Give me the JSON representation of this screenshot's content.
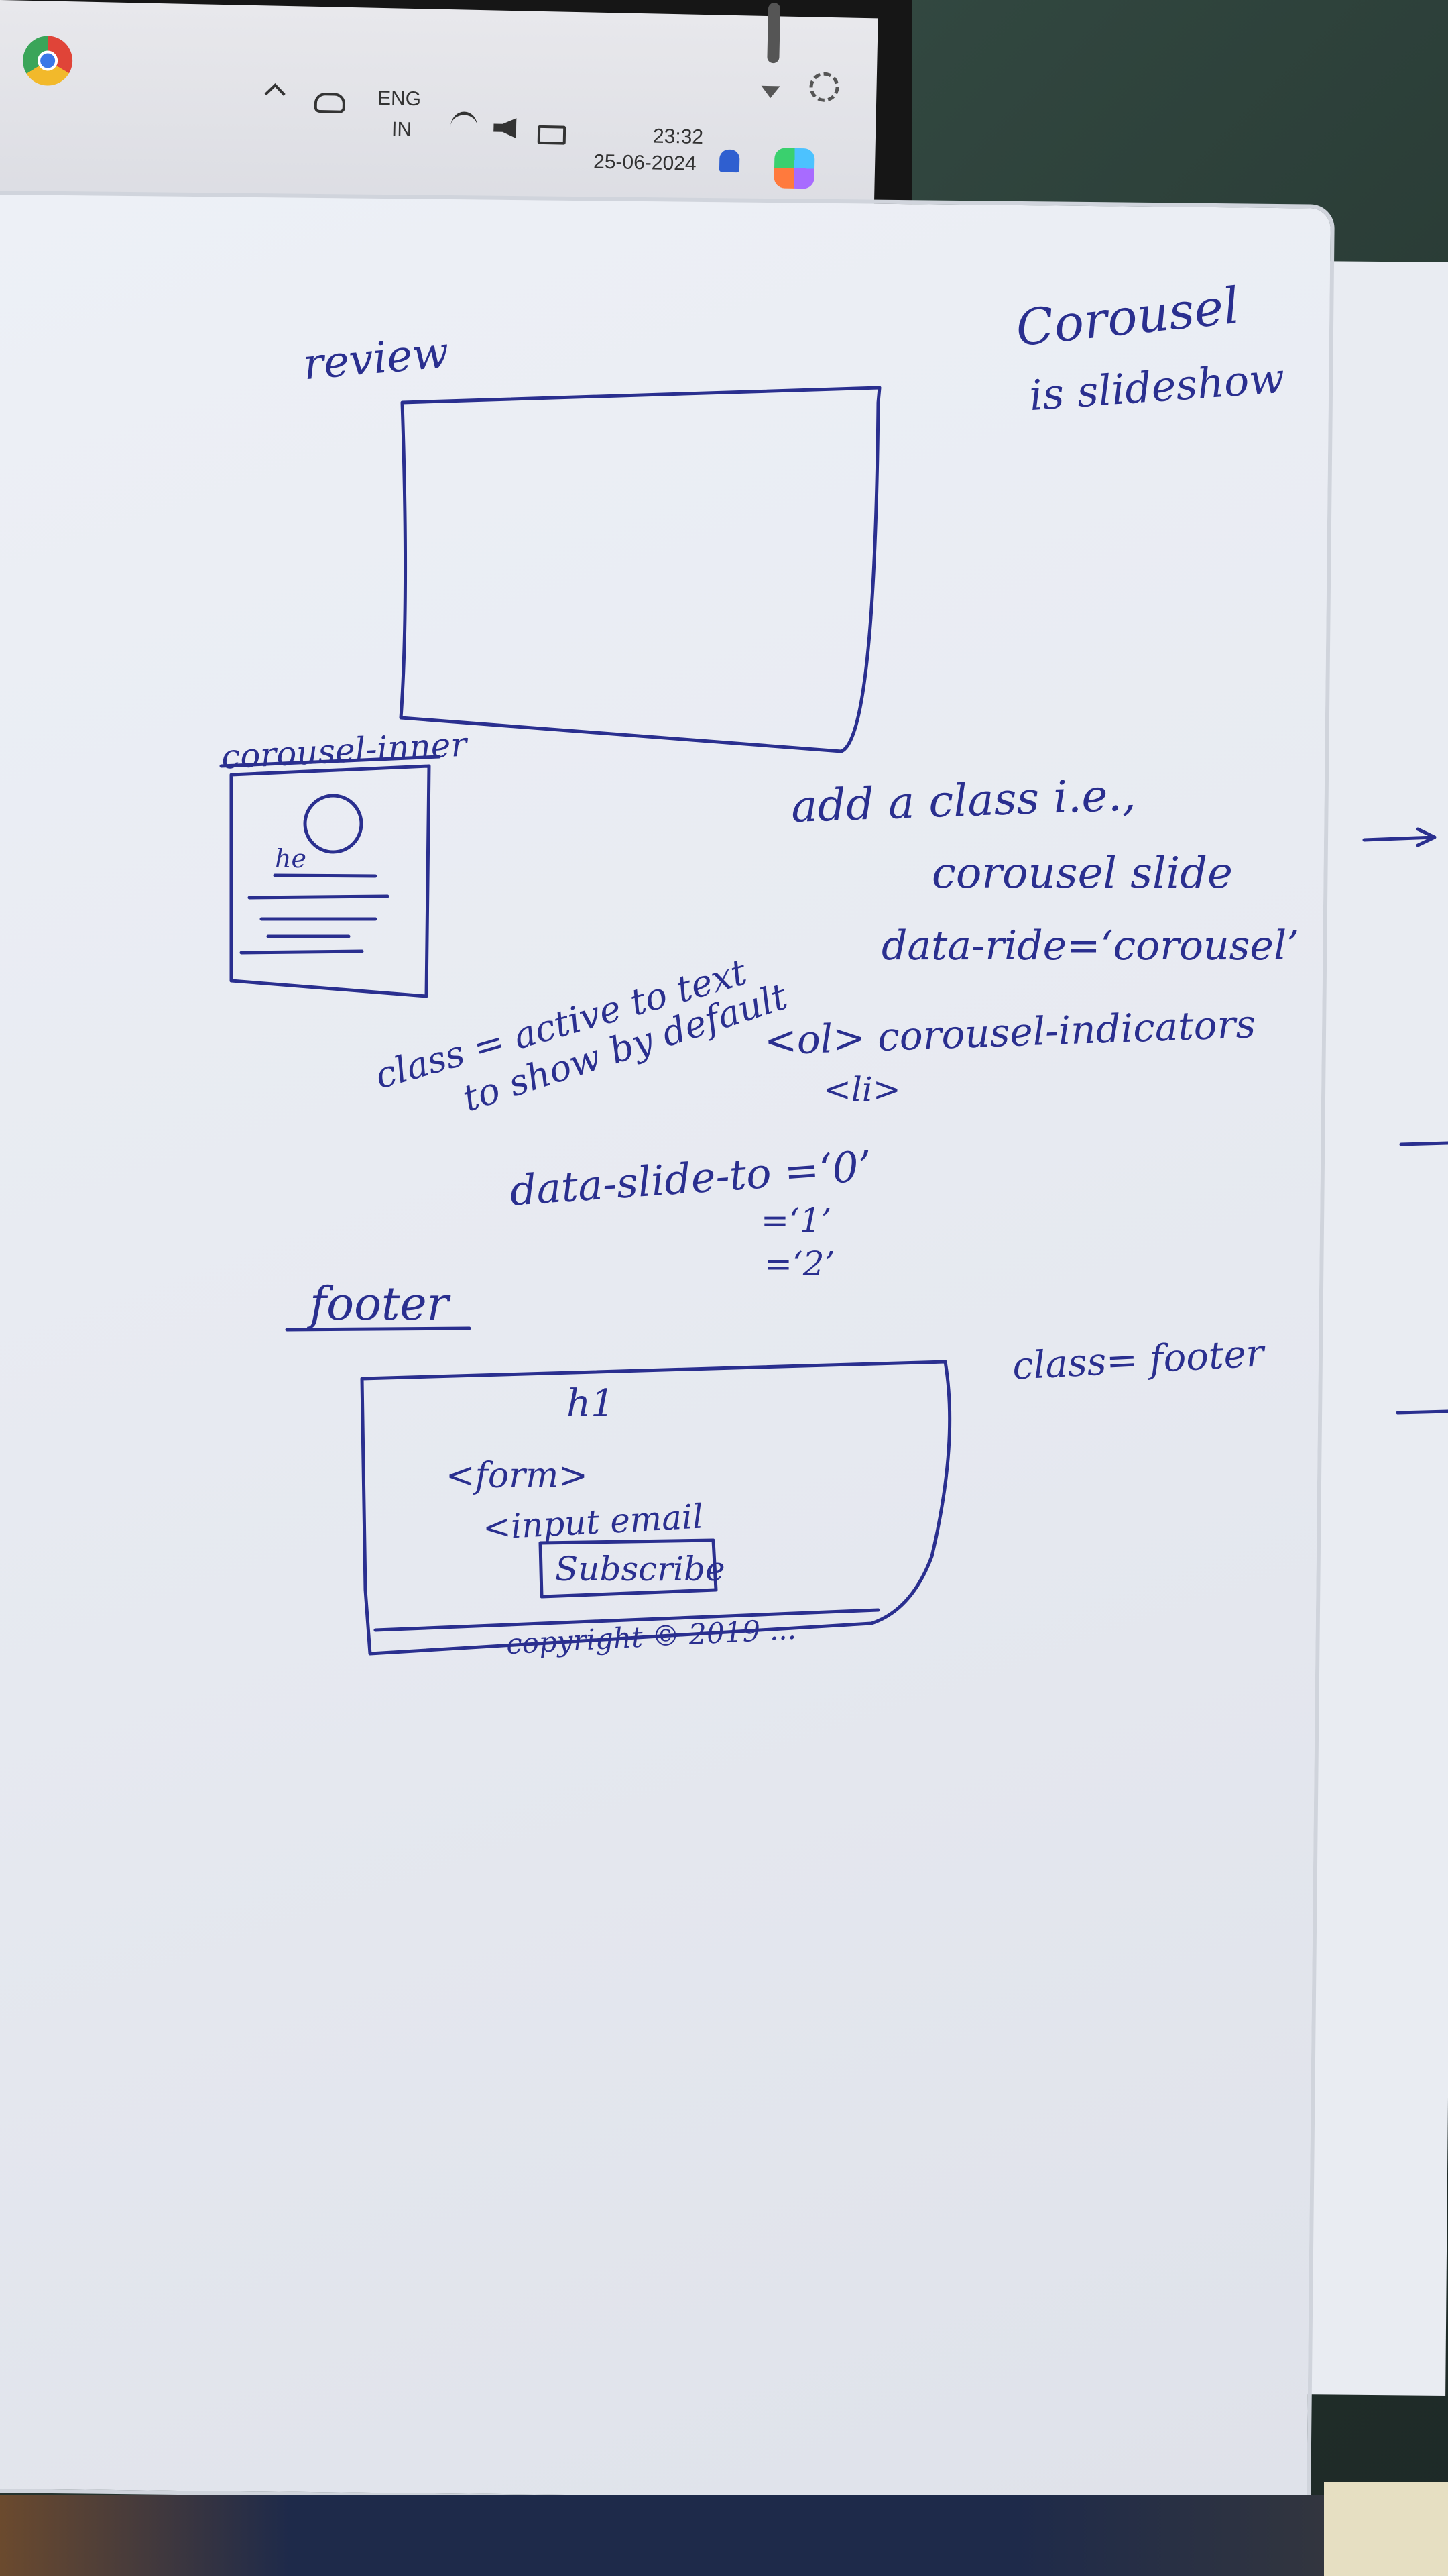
{
  "taskbar": {
    "language_line1": "ENG",
    "language_line2": "IN",
    "time": "23:32",
    "date": "25-06-2024",
    "icons": [
      "browser-icon",
      "chevron-up-icon",
      "cloud-icon",
      "wifi-icon",
      "volume-icon",
      "battery-icon",
      "bell-icon",
      "copilot-icon",
      "gear-icon"
    ]
  },
  "notes": {
    "carousel_title_line1": "Corousel",
    "carousel_title_line2": "is slideshow",
    "review_label": "review",
    "carousel_inner_label": "corousel-inner",
    "add_class_line1": "add a class i.e.,",
    "add_class_line2": "corousel slide",
    "data_ride": "data-ride=‘corousel’",
    "class_active_line1": "class = active to text",
    "class_active_line2": "to show by default",
    "ol_indicators": "<ol> corousel-indicators",
    "li_tag": "<li>",
    "data_slide_to": "data-slide-to =‘0’",
    "slide_1": "=‘1’",
    "slide_2": "=‘2’",
    "footer_label": "footer",
    "class_footer": "class= footer",
    "footer_h1": "h1",
    "footer_form": "<form>",
    "footer_input": "<input email",
    "footer_subscribe": "Subscribe",
    "footer_copyright": "copyright © 2019 ..."
  }
}
